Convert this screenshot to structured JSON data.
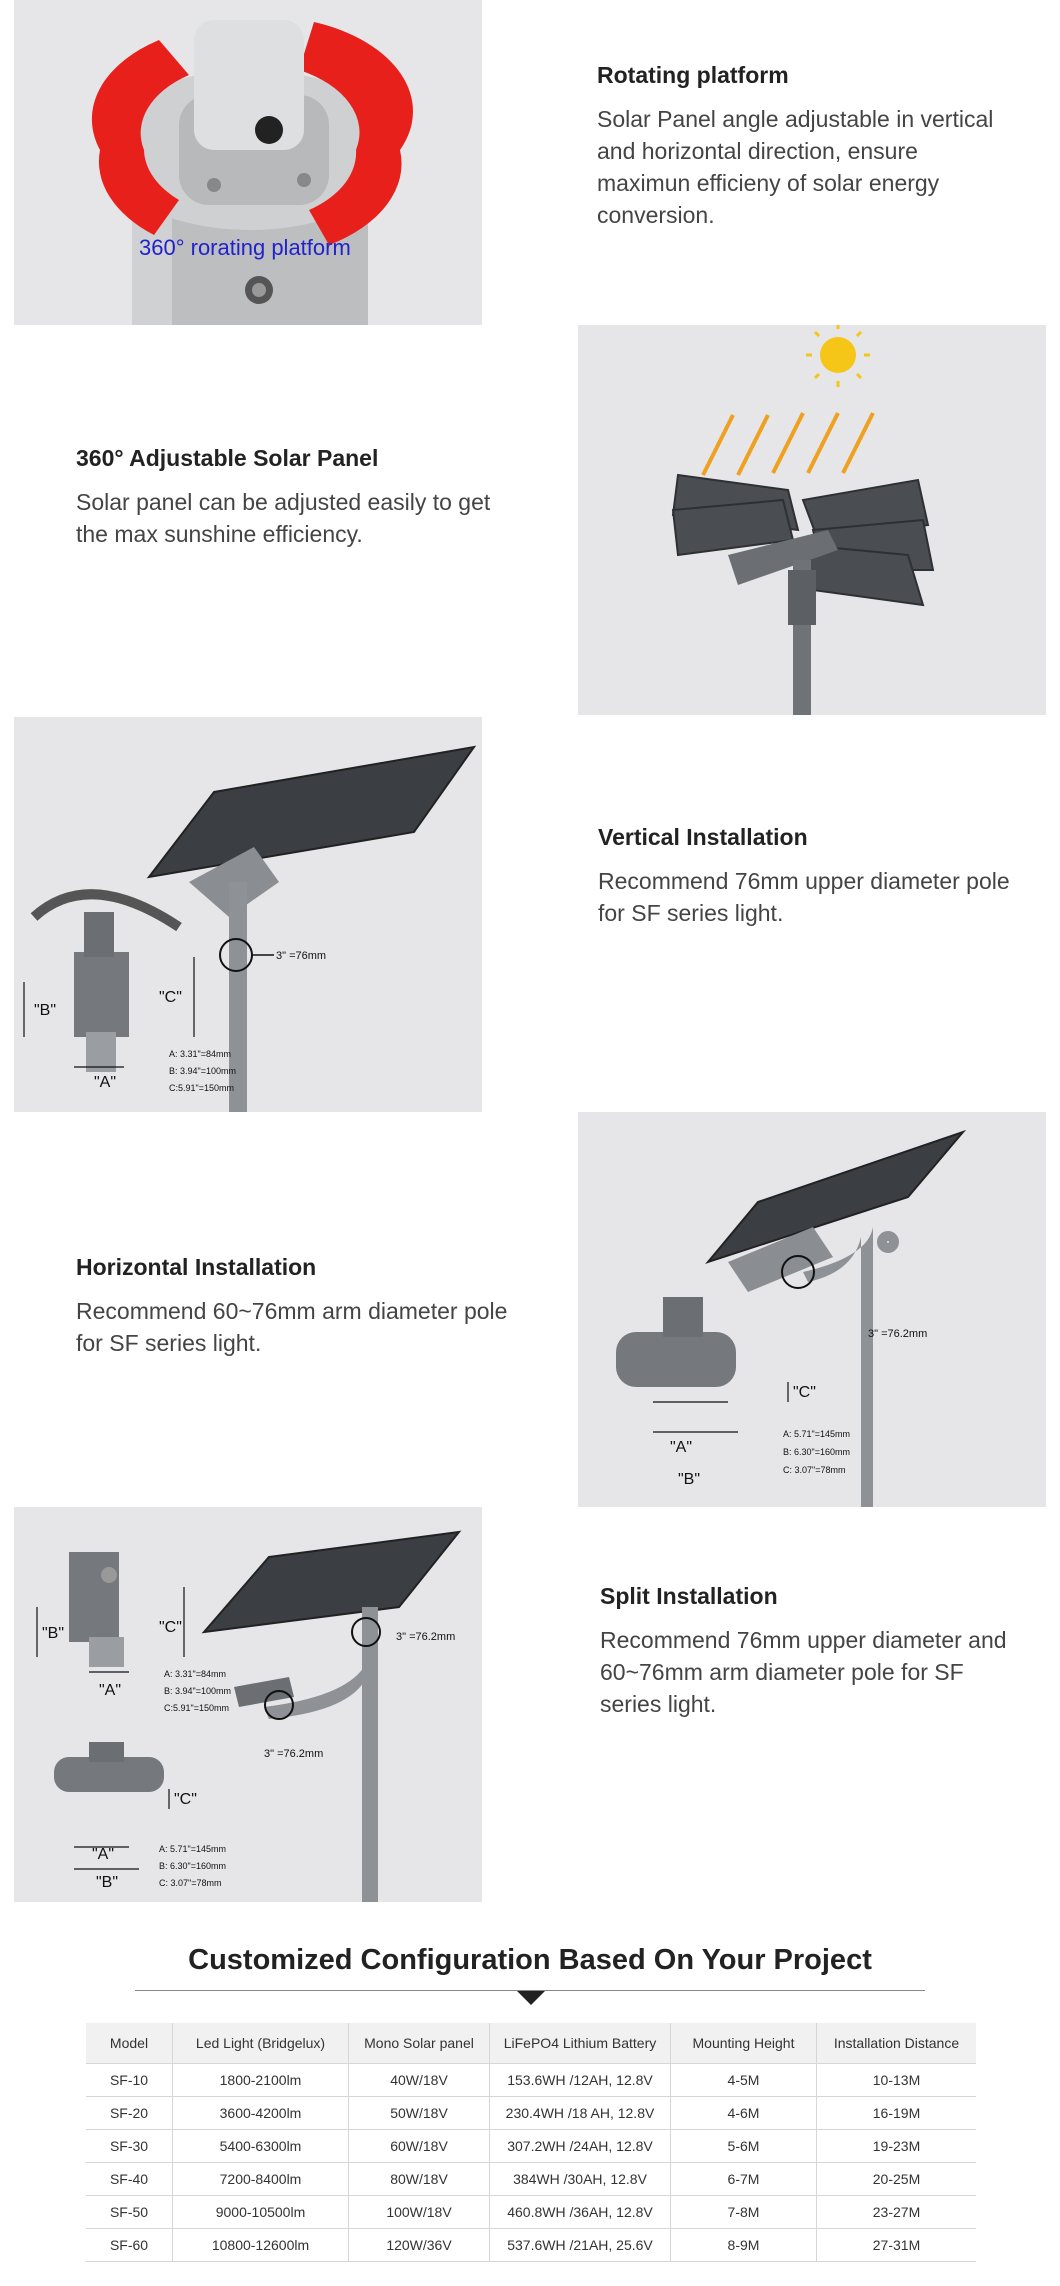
{
  "sections": [
    {
      "title": "Rotating platform",
      "body": "Solar Panel angle adjustable in vertical and horizontal direction, ensure maximun efficieny of solar energy conversion.",
      "image_caption": "360° rorating platform"
    },
    {
      "title": "360° Adjustable Solar Panel",
      "body": "Solar panel can be adjusted easily to get the max sunshine efficiency."
    },
    {
      "title": "Vertical Installation",
      "body": "Recommend 76mm upper diameter pole for SF series light.",
      "image_labels": {
        "pole": "3\" =76mm",
        "a": "\"A\"",
        "b": "\"B\"",
        "c": "\"C\"",
        "dim_a": "A: 3.31\"=84mm",
        "dim_b": "B: 3.94\"=100mm",
        "dim_c": "C:5.91\"=150mm"
      }
    },
    {
      "title": "Horizontal Installation",
      "body": "Recommend 60~76mm arm diameter pole for SF series light.",
      "image_labels": {
        "pole": "3\" =76.2mm",
        "a": "\"A\"",
        "b": "\"B\"",
        "c": "\"C\"",
        "dim_a": "A: 5.71\"=145mm",
        "dim_b": "B: 6.30\"=160mm",
        "dim_c": "C: 3.07\"=78mm"
      }
    },
    {
      "title": "Split Installation",
      "body": "Recommend 76mm upper diameter and 60~76mm arm diameter pole for SF series light.",
      "image_labels": {
        "pole_top": "3\" =76.2mm",
        "pole_arm": "3\" =76.2mm",
        "a": "\"A\"",
        "b": "\"B\"",
        "c": "\"C\"",
        "dim_a": "A: 3.31\"=84mm",
        "dim_b": "B: 3.94\"=100mm",
        "dim_c": "C:5.91\"=150mm",
        "a2": "\"A\"",
        "b2": "\"B\"",
        "c2": "\"C\"",
        "dim_a2": "A: 5.71\"=145mm",
        "dim_b2": "B: 6.30\"=160mm",
        "dim_c2": "C: 3.07\"=78mm"
      }
    }
  ],
  "config": {
    "title": "Customized Configuration Based On Your Project",
    "headers": [
      "Model",
      "Led Light (Bridgelux)",
      "Mono Solar panel",
      "LiFePO4 Lithium Battery",
      "Mounting Height",
      "Installation Distance"
    ],
    "rows": [
      [
        "SF-10",
        "1800-2100lm",
        "40W/18V",
        "153.6WH /12AH, 12.8V",
        "4-5M",
        "10-13M"
      ],
      [
        "SF-20",
        "3600-4200lm",
        "50W/18V",
        "230.4WH /18 AH, 12.8V",
        "4-6M",
        "16-19M"
      ],
      [
        "SF-30",
        "5400-6300lm",
        "60W/18V",
        "307.2WH /24AH, 12.8V",
        "5-6M",
        "19-23M"
      ],
      [
        "SF-40",
        "7200-8400lm",
        "80W/18V",
        "384WH /30AH, 12.8V",
        "6-7M",
        "20-25M"
      ],
      [
        "SF-50",
        "9000-10500lm",
        "100W/18V",
        "460.8WH /36AH, 12.8V",
        "7-8M",
        "23-27M"
      ],
      [
        "SF-60",
        "10800-12600lm",
        "120W/36V",
        "537.6WH /21AH, 25.6V",
        "8-9M",
        "27-31M"
      ]
    ]
  },
  "colors": {
    "panel_bg": "#e6e6e8",
    "rotation_arrow": "#e8201c",
    "sun": "#f5c518",
    "ray": "#f0a020"
  }
}
